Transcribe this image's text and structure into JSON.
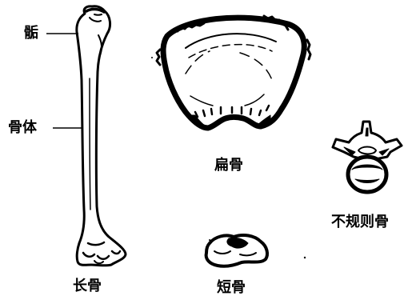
{
  "labels": {
    "epiphysis": "骺",
    "diaphysis": "骨体",
    "long_bone": "长骨",
    "flat_bone": "扁骨",
    "irregular_bone": "不规则骨",
    "short_bone": "短骨"
  },
  "colors": {
    "ink": "#000000",
    "paper": "#ffffff"
  }
}
